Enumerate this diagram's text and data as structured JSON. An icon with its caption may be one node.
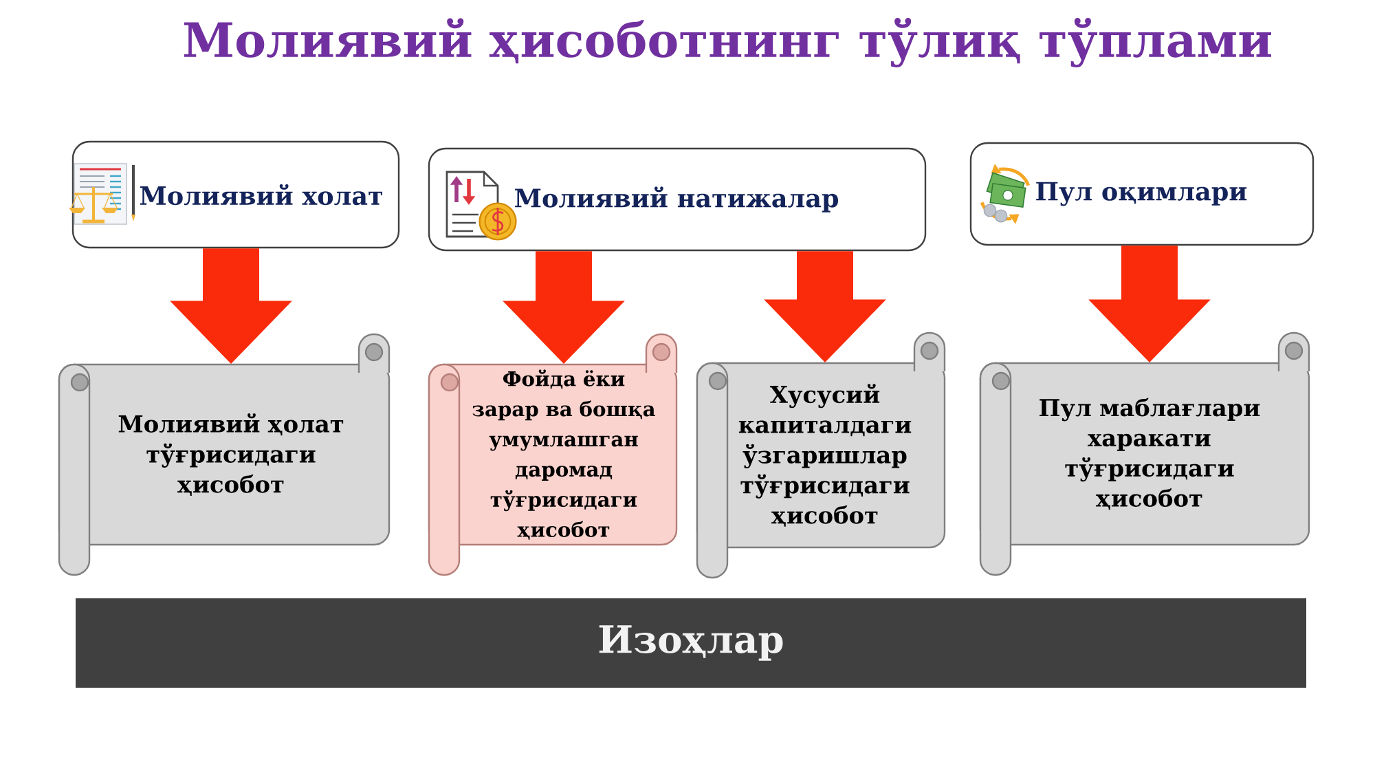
{
  "diagram": {
    "title": "Молиявий ҳисоботнинг тўлиқ тўплами",
    "nodes": [
      {
        "text": [
          "Молиявий холат"
        ]
      },
      {
        "text": [
          "Молиявий натижалар"
        ]
      },
      {
        "text": [
          "Пул оқимлари"
        ]
      },
      {
        "text": [
          "Молиявий ҳолат тўғрисидаги ҳисобот"
        ]
      },
      {
        "text": [
          "Фойда ёки зарар ва бошқа умумлашган даромад тўғрисидаги ҳисобот"
        ]
      },
      {
        "text": [
          "Хусусий капиталдаги ўзгаришлар тўғрисидаги ҳисобот"
        ]
      },
      {
        "text": [
          "Пул маблағлари харакати тўғрисидаги ҳисобот"
        ]
      },
      {
        "text": [
          "Изоҳлар"
        ]
      }
    ],
    "edges": [
      {
        "from": 0,
        "to": 3,
        "arrow": "to"
      },
      {
        "from": 1,
        "to": 4,
        "arrow": "to"
      },
      {
        "from": 1,
        "to": 5,
        "arrow": "to"
      },
      {
        "from": 2,
        "to": 6,
        "arrow": "to"
      }
    ]
  }
}
